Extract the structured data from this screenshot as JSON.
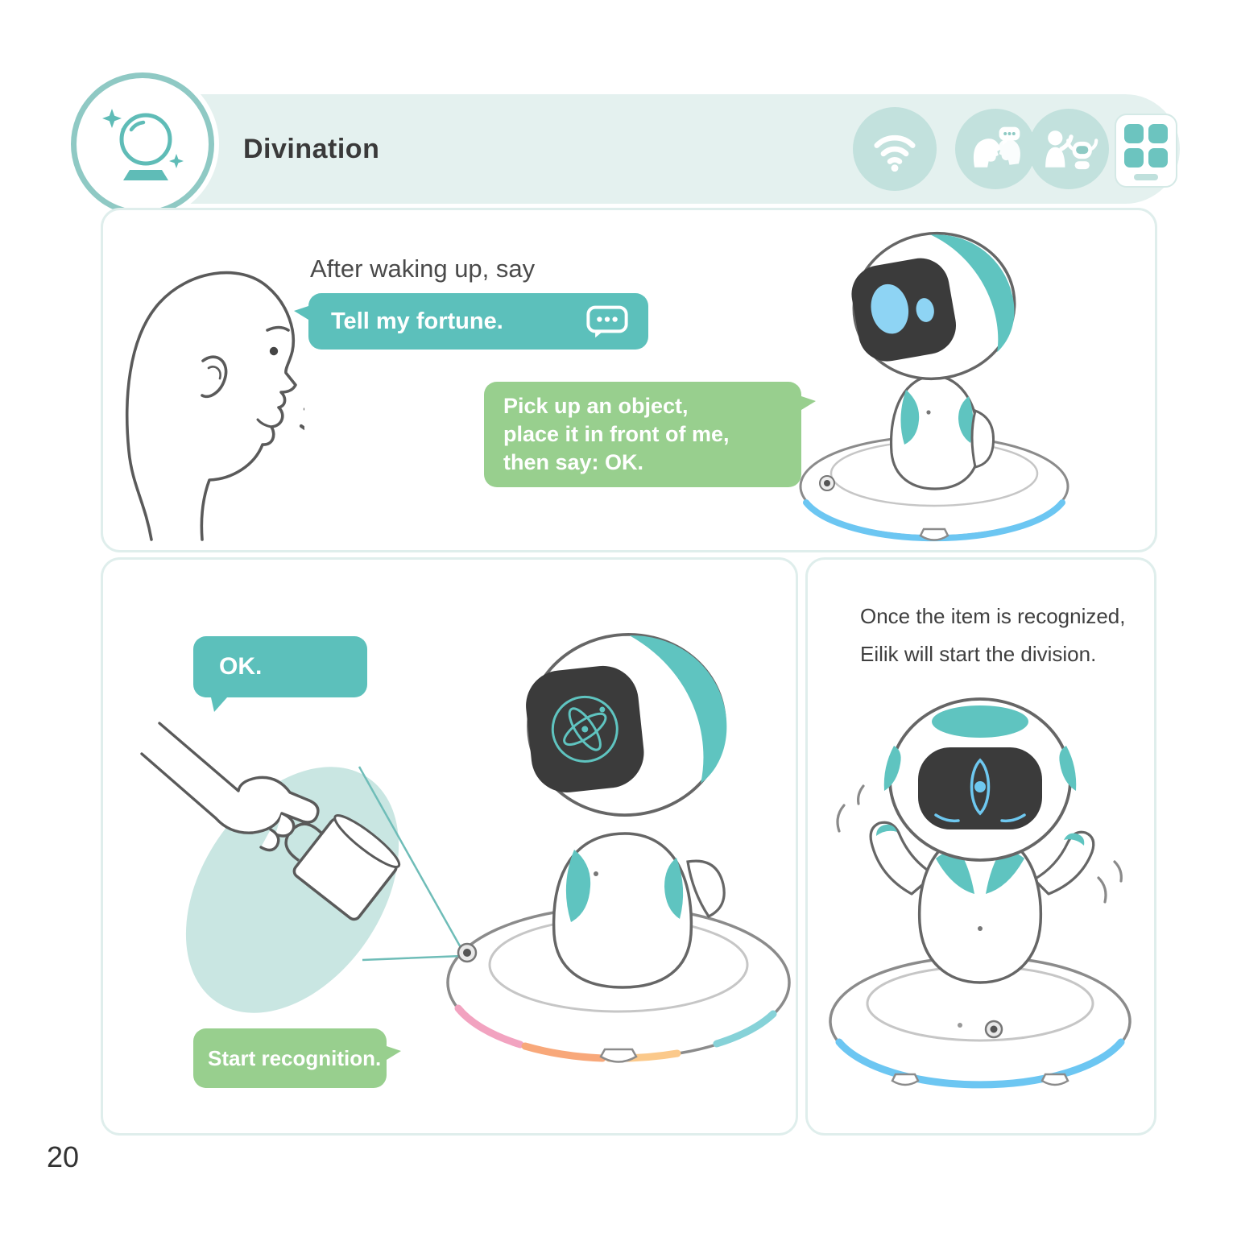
{
  "page_number": "20",
  "header": {
    "title": "Divination",
    "badge_icon": "crystal-ball",
    "icons": [
      "wifi",
      "voice-chat",
      "robot-interaction",
      "mobile-app"
    ]
  },
  "panel_top": {
    "intro": "After waking up, say",
    "user_bubble": "Tell my fortune.",
    "user_bubble_icon": "chat-dots",
    "robot_bubble": "Pick up an object,\nplace it in front of me,\nthen say: OK."
  },
  "panel_bottom_left": {
    "user_bubble": "OK.",
    "robot_bubble": "Start recognition."
  },
  "panel_bottom_right": {
    "caption": "Once the item is recognized,\nEilik will start the division."
  },
  "colors": {
    "teal_bubble": "#5cc0bb",
    "green_bubble": "#98cf8e",
    "header_bg": "#e4f1ef",
    "icon_circle": "#c2e1dd",
    "robot_accent": "#5fc4c0",
    "face_screen": "#3b3b3b",
    "eye_blue": "#8ed4f4",
    "dock_ring_blue": "#6cc6f2",
    "ring_pink": "#f2a3c0",
    "ring_orange": "#f8a87a",
    "ring_peach": "#fbc98b",
    "ring_teal": "#86d2d8"
  }
}
